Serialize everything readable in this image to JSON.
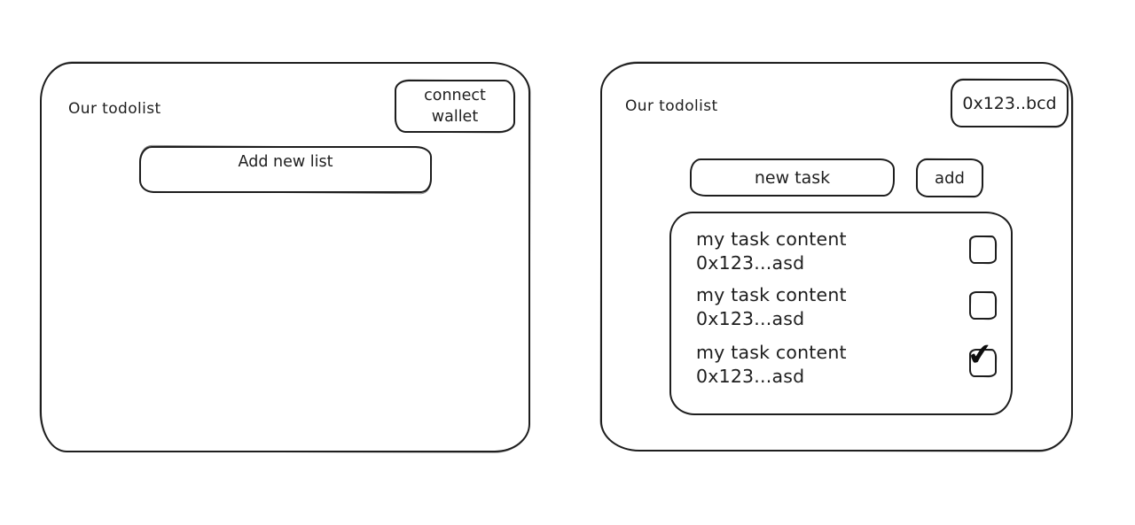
{
  "colors": {
    "stroke": "#1e1e1e",
    "background": "#ffffff"
  },
  "left_panel": {
    "title": "Our todolist",
    "connect_wallet_button": {
      "line1": "connect",
      "line2": "wallet"
    },
    "add_new_list_button": "Add new list"
  },
  "right_panel": {
    "title": "Our todolist",
    "wallet_address_button": "0x123..bcd",
    "new_task_input": {
      "value": "new task"
    },
    "add_button": "add",
    "task_list": {
      "tasks": [
        {
          "content": "my task content",
          "address": "0x123...asd",
          "checked": false,
          "checkmark": ""
        },
        {
          "content": "my task content",
          "address": "0x123...asd",
          "checked": false,
          "checkmark": ""
        },
        {
          "content": "my task content",
          "address": "0x123...asd",
          "checked": true,
          "checkmark": "✔"
        }
      ]
    }
  }
}
